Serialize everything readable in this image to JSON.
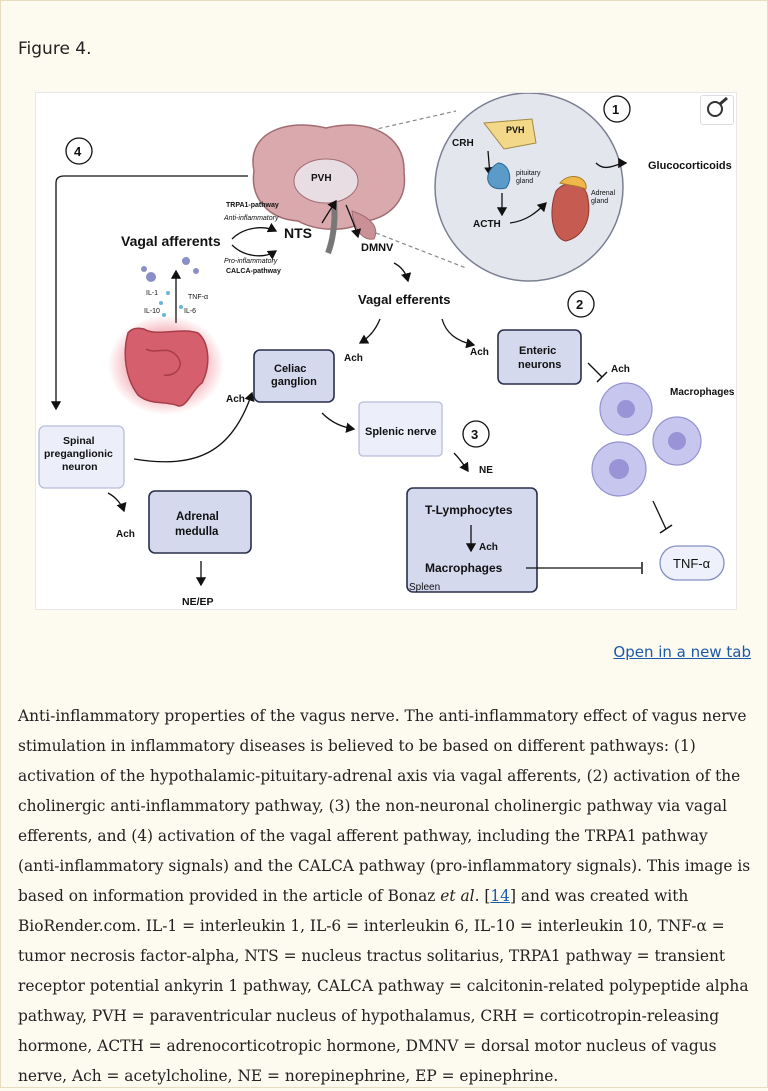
{
  "figure_label": "Figure 4.",
  "open_link": "Open in a new tab",
  "diagram": {
    "n1": "1",
    "n2": "2",
    "n3": "3",
    "n4": "4",
    "pvh": "PVH",
    "pvh_hypo": "PVH",
    "crh": "CRH",
    "pituitary1": "pituitary",
    "pituitary2": "gland",
    "acth": "ACTH",
    "adrenal1": "Adrenal",
    "adrenal2": "gland",
    "glucocorticoids": "Glucocorticoids",
    "trpa1": "TRPA1-pathway",
    "anti": "Anti-inflammatory",
    "pro": "Pro-inflammatory",
    "calca": "CALCA-pathway",
    "vagal_afferents": "Vagal afferents",
    "nts": "NTS",
    "dmnv": "DMNV",
    "vagal_efferents": "Vagal efferents",
    "il1": "IL-1",
    "tnfa_small": "TNF-α",
    "il10": "IL-10",
    "il6": "IL-6",
    "ach": "Ach",
    "celiac1": "Celiac",
    "celiac2": "ganglion",
    "enteric1": "Enteric",
    "enteric2": "neurons",
    "macrophages_top": "Macrophages",
    "splenic": "Splenic nerve",
    "spinal1": "Spinal",
    "spinal2": "preganglionic",
    "spinal3": "neuron",
    "adrenal_med1": "Adrenal",
    "adrenal_med2": "medulla",
    "ne": "NE",
    "ne_ep": "NE/EP",
    "tlymph": "T-Lymphocytes",
    "macrophages_spleen": "Macrophages",
    "spleen": "Spleen",
    "tnf_box": "TNF-α"
  },
  "caption": {
    "p1": "Anti-inflammatory properties of the vagus nerve. The anti-inflammatory effect of vagus nerve stimulation in inflammatory diseases is believed to be based on different pathways: (1) activation of the hypothalamic-pituitary-adrenal axis via vagal afferents, (2) activation of the cholinergic anti-inflammatory pathway, (3) the non-neuronal cholinergic pathway via vagal efferents, and (4) activation of the vagal afferent pathway, including the TRPA1 pathway (anti-inflammatory signals) and the CALCA pathway (pro-inflammatory signals). This image is based on information provided in the article of Bonaz ",
    "etal": "et al",
    "p2": ". [",
    "ref": "14",
    "p3": "] and was created with BioRender.com. IL-1 = interleukin 1, IL-6 = interleukin 6, IL-10 = interleukin 10, TNF-α = tumor necrosis factor-alpha, NTS = nucleus tractus solitarius, TRPA1 pathway = transient receptor potential ankyrin 1 pathway, CALCA pathway = calcitonin-related polypeptide alpha pathway, PVH = paraventricular nucleus of hypothalamus, CRH = corticotropin-releasing hormone, ACTH = adrenocorticotropic hormone, DMNV = dorsal motor nucleus of vagus nerve, Ach = acetylcholine, NE = norepinephrine, EP = epinephrine."
  }
}
